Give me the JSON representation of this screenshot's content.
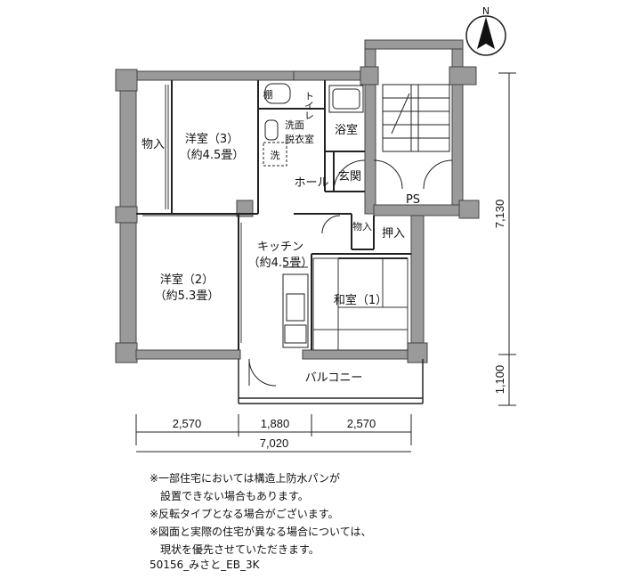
{
  "rooms": {
    "western3_name": "洋室（3）",
    "western3_size": "（約4.5畳）",
    "storage_left": "物入",
    "shelf": "棚",
    "toilet": "トイレ",
    "washroom_line1": "洗面",
    "washroom_line2": "脱衣室",
    "washer": "洗",
    "bath": "浴室",
    "entrance": "玄関",
    "hall": "ホール",
    "ps": "PS",
    "western2_name": "洋室（2）",
    "western2_size": "（約5.3畳）",
    "kitchen_name": "キッチン",
    "kitchen_size": "（約4.5畳）",
    "storage_small": "物入",
    "closet": "押入",
    "japanese_name": "和室（1）",
    "balcony": "バルコニー"
  },
  "compass": {
    "label": "N"
  },
  "dimensions": {
    "width_parts": [
      "2,570",
      "1,880",
      "2,570"
    ],
    "width_total": "7,020",
    "depth_main": "7,130",
    "depth_balcony": "1,100"
  },
  "notes": [
    "※一部住宅においては構造上防水パンが",
    "　設置できない場合もあります。",
    "※反転タイプとなる場合がございます。",
    "※図面と実際の住宅が異なる場合については、",
    "　現状を優先させていただきます。"
  ],
  "plan_code": "50156_みさと_EB_3K"
}
